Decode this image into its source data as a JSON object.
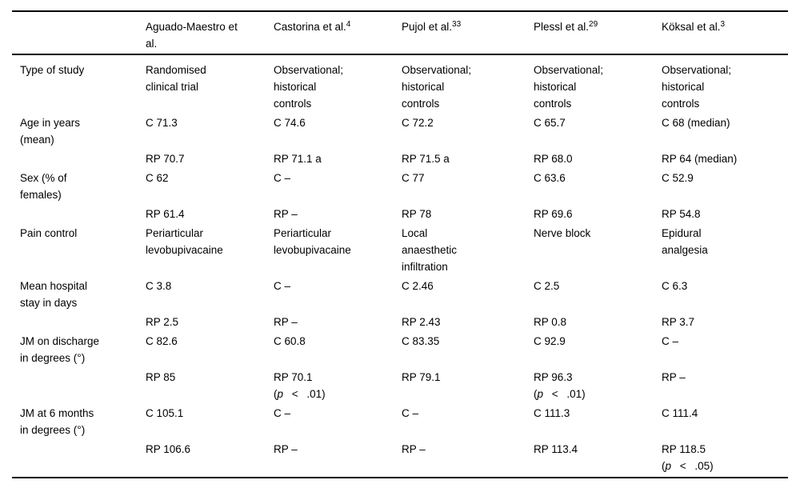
{
  "page": {
    "background_color": "#ffffff",
    "text_color": "#000000",
    "rule_color": "#000000"
  },
  "table": {
    "columns": [
      {
        "name": "",
        "sup": ""
      },
      {
        "name": "Aguado-Maestro et\nal.",
        "sup": ""
      },
      {
        "name": "Castorina et al.",
        "sup": "4"
      },
      {
        "name": "Pujol et al.",
        "sup": "33"
      },
      {
        "name": "Plessl et al.",
        "sup": "29"
      },
      {
        "name": "Köksal et al.",
        "sup": "3"
      }
    ],
    "rows": [
      {
        "label": "Type of study",
        "cells": [
          {
            "text": "Randomised\nclinical trial"
          },
          {
            "text": "Observational;\nhistorical\ncontrols"
          },
          {
            "text": "Observational;\nhistorical\ncontrols"
          },
          {
            "text": "Observational;\nhistorical\ncontrols"
          },
          {
            "text": "Observational;\nhistorical\ncontrols"
          }
        ]
      },
      {
        "label": "Age in years\n(mean)",
        "cells": [
          {
            "text": "C 71.3"
          },
          {
            "text": "C 74.6"
          },
          {
            "text": "C 72.2"
          },
          {
            "text": "C 65.7"
          },
          {
            "text": "C 68 (median)"
          }
        ]
      },
      {
        "label": "",
        "cells": [
          {
            "text": "RP 70.7"
          },
          {
            "text": "RP 71.1 a"
          },
          {
            "text": "RP 71.5 a"
          },
          {
            "text": "RP 68.0"
          },
          {
            "text": "RP 64 (median)"
          }
        ]
      },
      {
        "label": "Sex (% of\nfemales)",
        "cells": [
          {
            "text": "C 62"
          },
          {
            "text": "C –"
          },
          {
            "text": "C 77"
          },
          {
            "text": "C 63.6"
          },
          {
            "text": "C 52.9"
          }
        ]
      },
      {
        "label": "",
        "cells": [
          {
            "text": "RP 61.4"
          },
          {
            "text": "RP –"
          },
          {
            "text": "RP 78"
          },
          {
            "text": "RP 69.6"
          },
          {
            "text": "RP 54.8"
          }
        ]
      },
      {
        "label": "Pain control",
        "cells": [
          {
            "text": "Periarticular\nlevobupivacaine"
          },
          {
            "text": "Periarticular\nlevobupivacaine"
          },
          {
            "text": "Local\nanaesthetic\ninfiltration"
          },
          {
            "text": "Nerve block"
          },
          {
            "text": "Epidural\nanalgesia"
          }
        ]
      },
      {
        "label": "Mean hospital\nstay in days",
        "cells": [
          {
            "text": "C 3.8"
          },
          {
            "text": "C –"
          },
          {
            "text": "C 2.46"
          },
          {
            "text": "C 2.5"
          },
          {
            "text": "C 6.3"
          }
        ]
      },
      {
        "label": "",
        "cells": [
          {
            "text": "RP 2.5"
          },
          {
            "text": "RP –"
          },
          {
            "text": "RP 2.43"
          },
          {
            "text": "RP 0.8"
          },
          {
            "text": "RP 3.7"
          }
        ]
      },
      {
        "label": "JM on discharge\nin degrees (°)",
        "cells": [
          {
            "text": "C 82.6"
          },
          {
            "text": "C 60.8"
          },
          {
            "text": "C 83.35"
          },
          {
            "text": "C 92.9"
          },
          {
            "text": "C –"
          }
        ]
      },
      {
        "label": "",
        "cells": [
          {
            "text": "RP 85"
          },
          {
            "text": "RP 70.1",
            "note": "(p < .01)"
          },
          {
            "text": "RP 79.1"
          },
          {
            "text": "RP 96.3",
            "note": "(p < .01)"
          },
          {
            "text": "RP –"
          }
        ]
      },
      {
        "label": "JM at 6 months\nin degrees (°)",
        "cells": [
          {
            "text": "C 105.1"
          },
          {
            "text": "C –"
          },
          {
            "text": "C –"
          },
          {
            "text": "C 111.3"
          },
          {
            "text": "C 111.4"
          }
        ]
      },
      {
        "label": "",
        "cells": [
          {
            "text": "RP 106.6"
          },
          {
            "text": "RP –"
          },
          {
            "text": "RP –"
          },
          {
            "text": "RP 113.4"
          },
          {
            "text": "RP 118.5",
            "note": "(p < .05)"
          }
        ]
      }
    ]
  }
}
